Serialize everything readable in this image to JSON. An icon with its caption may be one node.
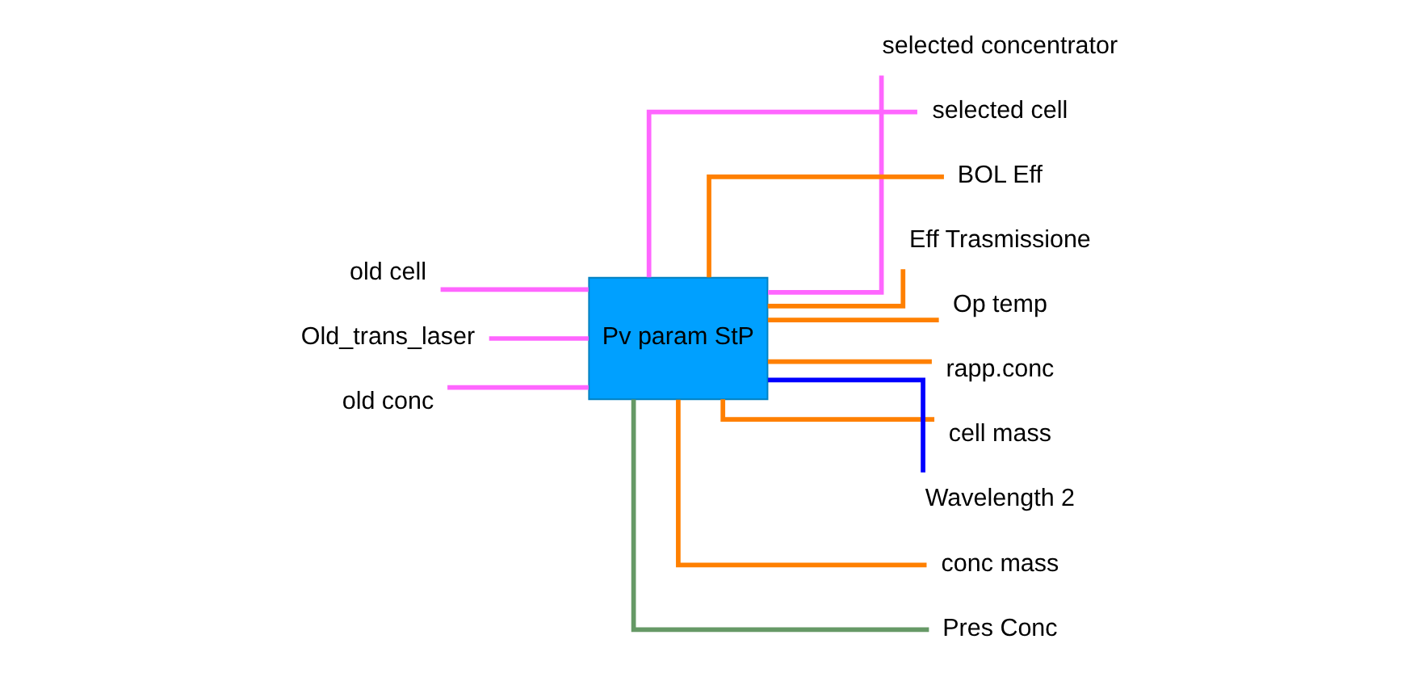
{
  "diagram": {
    "nodes": [
      {
        "text": [
          "Pv param StP"
        ]
      },
      {
        "text": [
          "old cell"
        ]
      },
      {
        "text": [
          "Old_trans_laser"
        ]
      },
      {
        "text": [
          "old conc"
        ]
      },
      {
        "text": [
          "selected concentrator"
        ]
      },
      {
        "text": [
          "selected cell"
        ]
      },
      {
        "text": [
          "BOL Eff"
        ]
      },
      {
        "text": [
          "Eff Trasmissione"
        ]
      },
      {
        "text": [
          "Op temp"
        ]
      },
      {
        "text": [
          "rapp.conc"
        ]
      },
      {
        "text": [
          "cell mass"
        ]
      },
      {
        "text": [
          "Wavelength 2"
        ]
      },
      {
        "text": [
          "conc mass"
        ]
      },
      {
        "text": [
          "Pres Conc"
        ]
      }
    ],
    "edges": [
      {
        "from": 1,
        "to": 0,
        "arrow": "none",
        "color": "#ff66ff"
      },
      {
        "from": 2,
        "to": 0,
        "arrow": "none",
        "color": "#ff66ff"
      },
      {
        "from": 3,
        "to": 0,
        "arrow": "none",
        "color": "#ff66ff"
      },
      {
        "from": 0,
        "to": 4,
        "arrow": "none",
        "color": "#ff66ff"
      },
      {
        "from": 0,
        "to": 5,
        "arrow": "none",
        "color": "#ff66ff"
      },
      {
        "from": 0,
        "to": 6,
        "arrow": "none"
      },
      {
        "from": 0,
        "to": 7,
        "arrow": "none"
      },
      {
        "from": 0,
        "to": 8,
        "arrow": "none"
      },
      {
        "from": 0,
        "to": 9,
        "arrow": "none"
      },
      {
        "from": 0,
        "to": 10,
        "arrow": "none"
      },
      {
        "from": 0,
        "to": 11,
        "arrow": "none",
        "color": "#0000ff"
      },
      {
        "from": 0,
        "to": 12,
        "arrow": "none"
      },
      {
        "from": 0,
        "to": 13,
        "arrow": "none",
        "color": "#669966"
      }
    ]
  }
}
